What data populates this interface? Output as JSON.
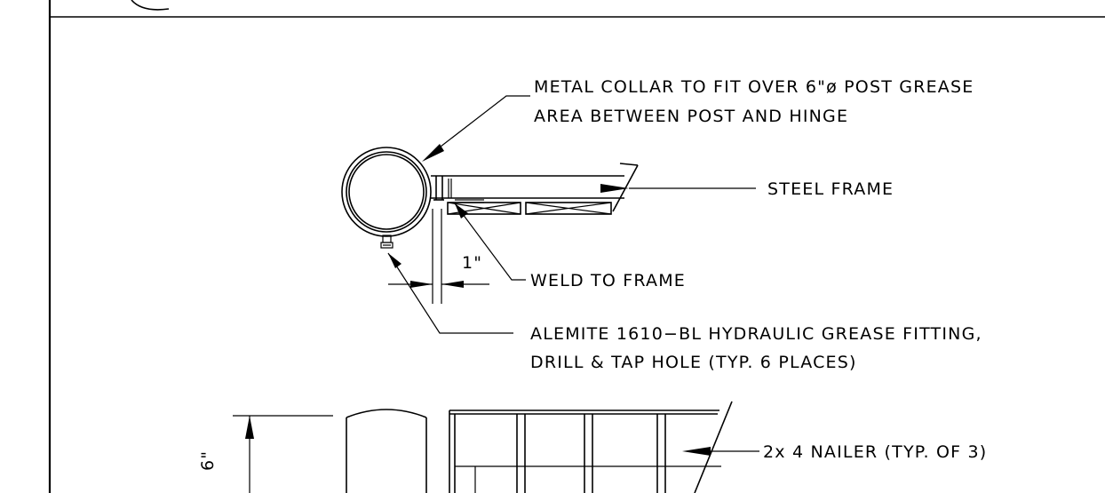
{
  "notes": {
    "collar_line1": "METAL COLLAR TO FIT OVER 6\"ø POST GREASE",
    "collar_line2": "AREA BETWEEN POST AND HINGE",
    "steel_frame": "STEEL FRAME",
    "weld": "WELD TO FRAME",
    "fitting_line1": "ALEMITE 1610−BL HYDRAULIC GREASE FITTING,",
    "fitting_line2": "DRILL & TAP HOLE (TYP. 6 PLACES)",
    "nailer": "2x 4 NAILER (TYP. OF 3)"
  },
  "dimensions": {
    "gap": "1\"",
    "height": "6\""
  }
}
